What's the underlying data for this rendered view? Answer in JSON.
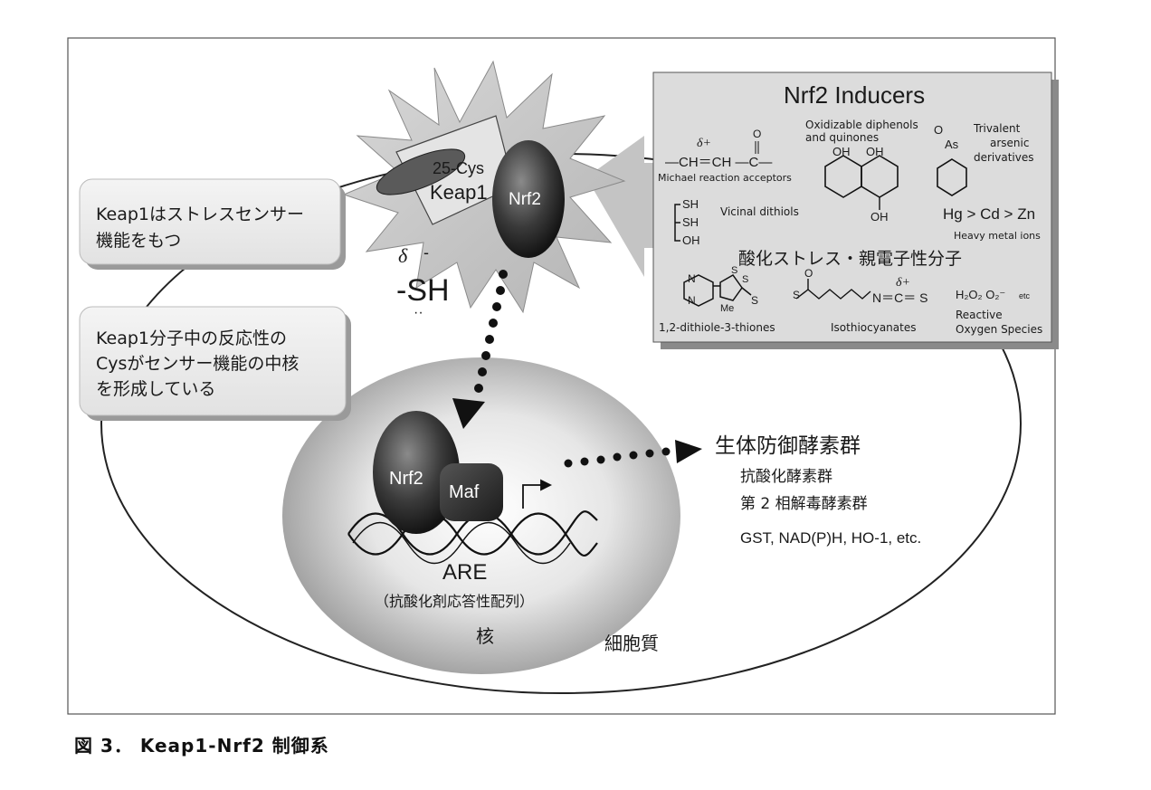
{
  "caption": "図 3． Keap1-Nrf2 制御系",
  "keap1_box_1": {
    "line1": "Keap1はストレスセンサー",
    "line2": "機能をもつ"
  },
  "keap1_box_2": {
    "line1": "Keap1分子中の反応性の",
    "line2": "Cysがセンサー機能の中核",
    "line3": "を形成している"
  },
  "keap1_complex": {
    "cys": "25-Cys",
    "keap1": "Keap1",
    "nrf2": "Nrf2"
  },
  "thiol": {
    "delta": "δ",
    "minus": "-",
    "sh": "-SH",
    "dots": "··"
  },
  "nucleus": {
    "nrf2": "Nrf2",
    "maf": "Maf",
    "are": "ARE",
    "are_sub": "（抗酸化剤応答性配列）",
    "label": "核"
  },
  "cytoplasm": "細胞質",
  "enzymes": {
    "title": "生体防御酵素群",
    "item1": "抗酸化酵素群",
    "item2": "第 2 相解毒酵素群",
    "item3": "GST, NAD(P)H, HO-1, etc."
  },
  "inducers": {
    "title": "Nrf2 Inducers",
    "michael_delta": "δ+",
    "michael_formula": "—CH＝CH —C—",
    "michael_o": "O",
    "michael_label": "Michael reaction acceptors",
    "diphenols_label1": "Oxidizable diphenols",
    "diphenols_label2": "and quinones",
    "oh1": "OH",
    "oh2": "OH",
    "oh3": "OH",
    "arsenic_o": "O",
    "arsenic_as": "As",
    "arsenic_label1": "Trivalent",
    "arsenic_label2": "arsenic",
    "arsenic_label3": "derivatives",
    "sh1": "SH",
    "sh2": "SH",
    "oh4": "OH",
    "vicinal_label": "Vicinal dithiols",
    "metals": "Hg > Cd > Zn",
    "metals_label": "Heavy metal ions",
    "subtitle": "酸化ストレス・親電子性分子",
    "n1": "N",
    "n2": "N",
    "s1": "S",
    "s2": "S",
    "s3": "S",
    "me": "Me",
    "dithiole_label": "1,2-dithiole-3-thiones",
    "iso_o": "O",
    "iso_s": "S",
    "iso_delta": "δ+",
    "iso_formula": "N＝C＝ S",
    "iso_label": "Isothiocyanates",
    "ros_formula": "H₂O₂  O₂⁻",
    "ros_etc": "etc",
    "ros_label1": "Reactive",
    "ros_label2": "Oxygen Species"
  }
}
